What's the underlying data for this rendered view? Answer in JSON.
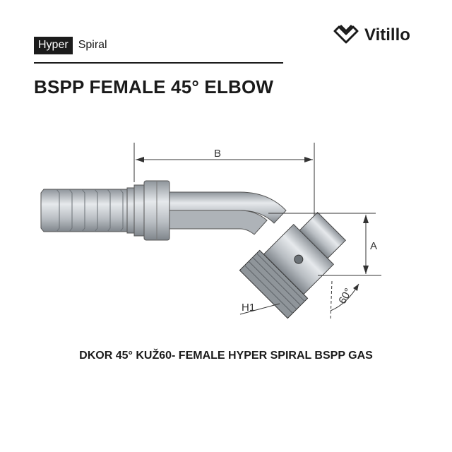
{
  "brand": {
    "series_dark": "Hyper",
    "series_light": "Spiral",
    "logo_text": "Vitillo",
    "logo_icon": "vitillo-mark-icon"
  },
  "title": "BSPP FEMALE 45° ELBOW",
  "drawing": {
    "dim_b": "B",
    "dim_a": "A",
    "label_h1": "H1",
    "angle": "60°"
  },
  "caption": "DKOR 45° KUŽ60- FEMALE HYPER SPIRAL BSPP GAS",
  "colors": {
    "dark": "#1b1b1b",
    "metal": "#c9cdd2",
    "metal_dark": "#8e949a"
  }
}
